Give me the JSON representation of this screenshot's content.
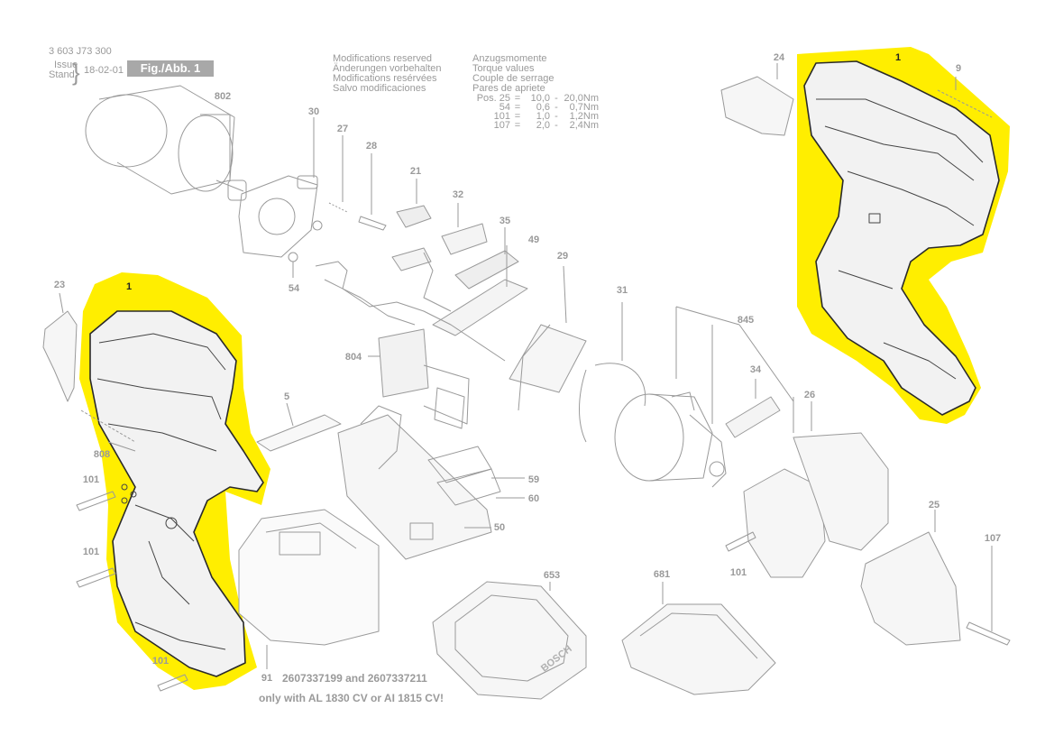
{
  "header": {
    "doc_number": "3 603 J73 300",
    "issue_label": "Issue",
    "stand_label": "Stand",
    "date": "18-02-01",
    "figure_label": "Fig./Abb. 1"
  },
  "notes": {
    "modifications": [
      "Modifications reserved",
      "Änderungen vorbehalten",
      "Modifications resérvées",
      "Salvo modificaciones"
    ],
    "torque_title": [
      "Anzugsmomente",
      "Torque values",
      "Couple de serrage",
      "Pares de apriete"
    ],
    "torque_rows": [
      {
        "pos": "Pos. 25",
        "eq": "=",
        "min": "10,0",
        "dash": "-",
        "max": "20,0Nm"
      },
      {
        "pos": "54",
        "eq": "=",
        "min": "0,6",
        "dash": "-",
        "max": "0,7Nm"
      },
      {
        "pos": "101",
        "eq": "=",
        "min": "1,0",
        "dash": "-",
        "max": "1,2Nm"
      },
      {
        "pos": "107",
        "eq": "=",
        "min": "2,0",
        "dash": "-",
        "max": "2,4Nm"
      }
    ]
  },
  "highlight_color": "#ffee00",
  "part_labels": [
    {
      "id": "1",
      "highlighted": true
    },
    {
      "id": "1",
      "highlighted": true
    },
    {
      "id": "5"
    },
    {
      "id": "9"
    },
    {
      "id": "21"
    },
    {
      "id": "23"
    },
    {
      "id": "24"
    },
    {
      "id": "25"
    },
    {
      "id": "26"
    },
    {
      "id": "27"
    },
    {
      "id": "28"
    },
    {
      "id": "29"
    },
    {
      "id": "30"
    },
    {
      "id": "31"
    },
    {
      "id": "32"
    },
    {
      "id": "34"
    },
    {
      "id": "35"
    },
    {
      "id": "49"
    },
    {
      "id": "50"
    },
    {
      "id": "54"
    },
    {
      "id": "59"
    },
    {
      "id": "60"
    },
    {
      "id": "91"
    },
    {
      "id": "101"
    },
    {
      "id": "101"
    },
    {
      "id": "101"
    },
    {
      "id": "101"
    },
    {
      "id": "107"
    },
    {
      "id": "653"
    },
    {
      "id": "681"
    },
    {
      "id": "802"
    },
    {
      "id": "804"
    },
    {
      "id": "808"
    },
    {
      "id": "845"
    }
  ],
  "footnote": {
    "line1": "2607337199 and 2607337211",
    "line2": "only with AL 1830 CV or AI 1815 CV!"
  },
  "charger_brand": "BOSCH"
}
